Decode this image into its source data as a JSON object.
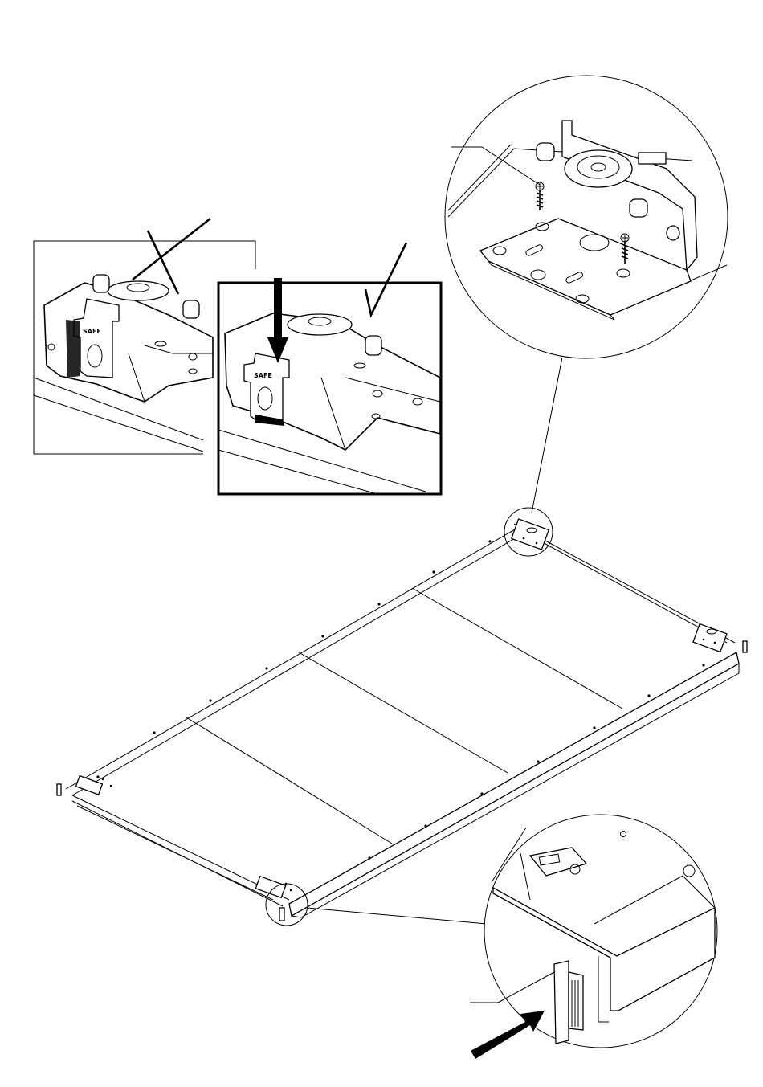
{
  "instruction_sheet": {
    "type": "furniture assembly illustration",
    "wrong_mark_icon": "cross-mark",
    "right_mark_icon": "check-mark",
    "arrow_icon": "push-arrow",
    "stopper_stamp": "SAFE"
  }
}
